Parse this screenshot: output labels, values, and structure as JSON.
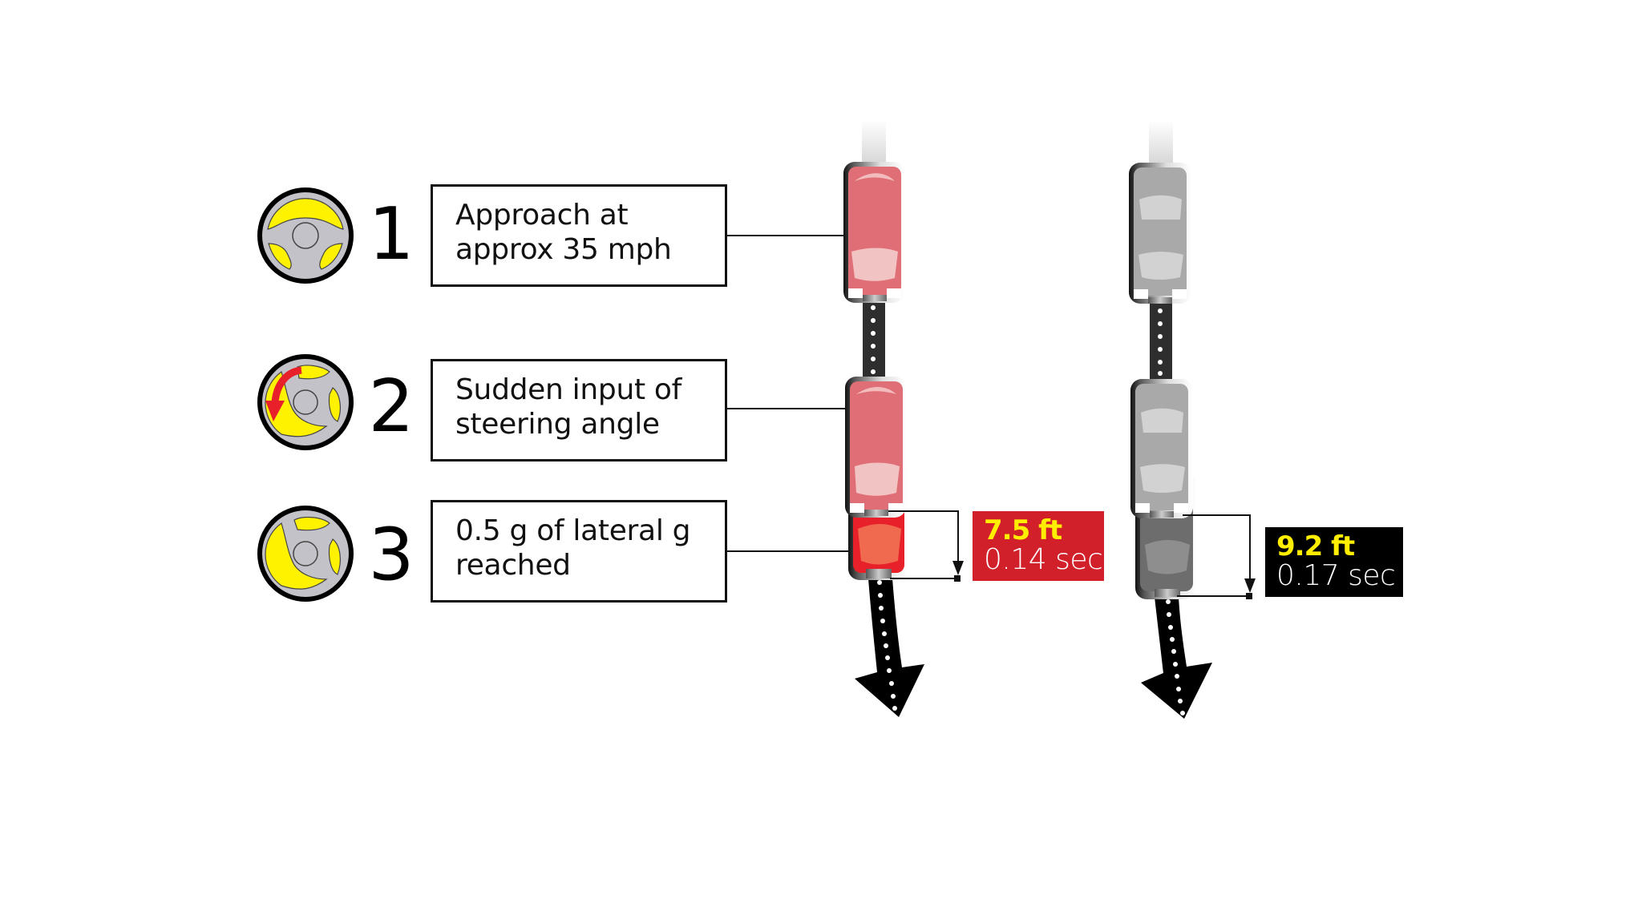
{
  "steps": [
    {
      "number": "1",
      "line1": "Approach at",
      "line2": "approx 35 mph",
      "wheel_state": "straight"
    },
    {
      "number": "2",
      "line1": "Sudden input of",
      "line2": "steering angle",
      "wheel_state": "turning-with-red-arrow"
    },
    {
      "number": "3",
      "line1": "0.5 g of lateral g",
      "line2": "reached",
      "wheel_state": "turned"
    }
  ],
  "results": [
    {
      "vehicle": "red-car",
      "distance": "7.5 ft",
      "time": "0.14 sec",
      "box_color": "#d1202a",
      "distance_color": "#ffee00",
      "time_color": "#ffffff"
    },
    {
      "vehicle": "gray-car",
      "distance": "9.2 ft",
      "time": "0.17 sec",
      "box_color": "#000000",
      "distance_color": "#ffee00",
      "time_color": "#ffffff"
    }
  ],
  "colors": {
    "wheel_yellow": "#fff200",
    "wheel_gray": "#c4c2c9",
    "arrow_red": "#e8202a",
    "red_car_body": "#e06e76",
    "red_car_final": "#e8202a",
    "gray_car_body": "#a9a9a9",
    "gray_car_final": "#6d6d6d",
    "road": "#2e2e2e"
  }
}
